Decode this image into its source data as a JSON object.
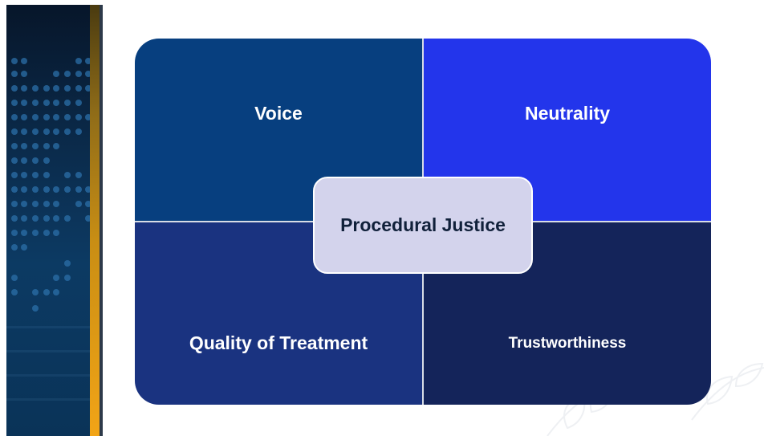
{
  "diagram": {
    "center": "Procedural Justice",
    "quadrants": [
      {
        "label": "Voice",
        "color": "#073f7f"
      },
      {
        "label": "Neutrality",
        "color": "#2335eb"
      },
      {
        "label": "Quality of Treatment",
        "color": "#1a3380"
      },
      {
        "label": "Trustworthiness",
        "color": "#14245a"
      }
    ],
    "center_color": "#d3d3ec"
  },
  "decor": {
    "sidebar_accent": "#f2a416",
    "sidebar_icon": "dotted-world-map-icon",
    "watermark_icon": "laurel-leaves-icon"
  }
}
